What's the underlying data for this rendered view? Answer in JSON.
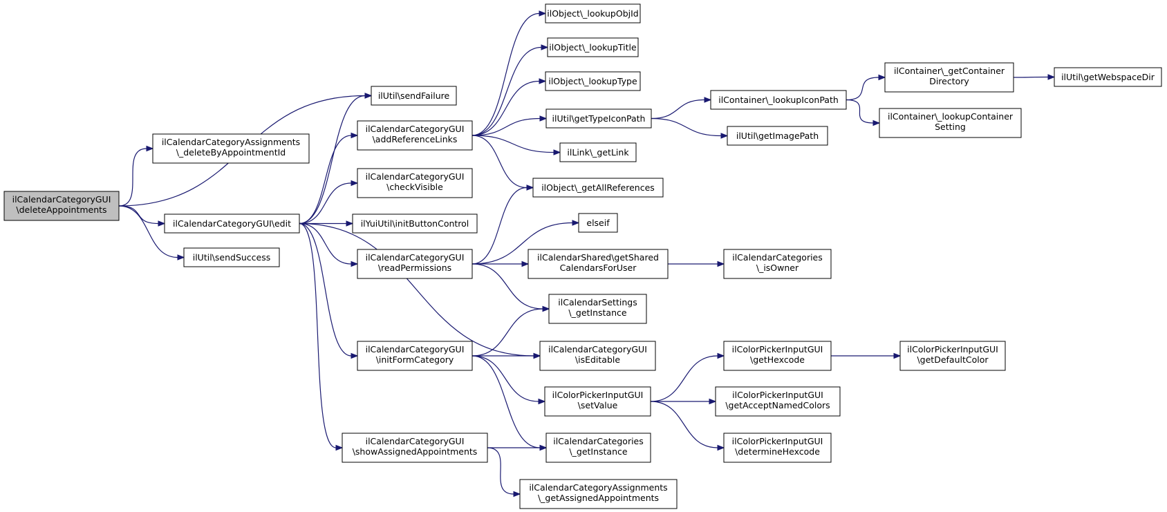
{
  "diagram": {
    "nodes": [
      {
        "id": "root",
        "lines": [
          "ilCalendarCategoryGUI",
          "\\deleteAppointments"
        ],
        "highlighted": true
      },
      {
        "id": "deleteByAppointmentId",
        "lines": [
          "ilCalendarCategoryAssignments",
          "\\_deleteByAppointmentId"
        ]
      },
      {
        "id": "sendFailure",
        "lines": [
          "ilUtil\\sendFailure"
        ]
      },
      {
        "id": "edit",
        "lines": [
          "ilCalendarCategoryGUI\\edit"
        ]
      },
      {
        "id": "sendSuccess",
        "lines": [
          "ilUtil\\sendSuccess"
        ]
      },
      {
        "id": "addReferenceLinks",
        "lines": [
          "ilCalendarCategoryGUI",
          "\\addReferenceLinks"
        ]
      },
      {
        "id": "checkVisible",
        "lines": [
          "ilCalendarCategoryGUI",
          "\\checkVisible"
        ]
      },
      {
        "id": "initButtonControl",
        "lines": [
          "ilYuiUtil\\initButtonControl"
        ]
      },
      {
        "id": "readPermissions",
        "lines": [
          "ilCalendarCategoryGUI",
          "\\readPermissions"
        ]
      },
      {
        "id": "initFormCategory",
        "lines": [
          "ilCalendarCategoryGUI",
          "\\initFormCategory"
        ]
      },
      {
        "id": "showAssignedAppointments",
        "lines": [
          "ilCalendarCategoryGUI",
          "\\showAssignedAppointments"
        ]
      },
      {
        "id": "lookupObjId",
        "lines": [
          "ilObject\\_lookupObjId"
        ]
      },
      {
        "id": "lookupTitle",
        "lines": [
          "ilObject\\_lookupTitle"
        ]
      },
      {
        "id": "lookupType",
        "lines": [
          "ilObject\\_lookupType"
        ]
      },
      {
        "id": "getTypeIconPath",
        "lines": [
          "ilUtil\\getTypeIconPath"
        ]
      },
      {
        "id": "getLink",
        "lines": [
          "ilLink\\_getLink"
        ]
      },
      {
        "id": "getAllReferences",
        "lines": [
          "ilObject\\_getAllReferences"
        ]
      },
      {
        "id": "elseif",
        "lines": [
          "elseif"
        ]
      },
      {
        "id": "getSharedCalendarsForUser",
        "lines": [
          "ilCalendarShared\\getShared",
          "CalendarsForUser"
        ]
      },
      {
        "id": "settingsGetInstance",
        "lines": [
          "ilCalendarSettings",
          "\\_getInstance"
        ]
      },
      {
        "id": "isEditable",
        "lines": [
          "ilCalendarCategoryGUI",
          "\\isEditable"
        ]
      },
      {
        "id": "setValue",
        "lines": [
          "ilColorPickerInputGUI",
          "\\setValue"
        ]
      },
      {
        "id": "categoriesGetInstance",
        "lines": [
          "ilCalendarCategories",
          "\\_getInstance"
        ]
      },
      {
        "id": "getAssignedAppointments",
        "lines": [
          "ilCalendarCategoryAssignments",
          "\\_getAssignedAppointments"
        ]
      },
      {
        "id": "lookupIconPath",
        "lines": [
          "ilContainer\\_lookupIconPath"
        ]
      },
      {
        "id": "getImagePath",
        "lines": [
          "ilUtil\\getImagePath"
        ]
      },
      {
        "id": "isOwner",
        "lines": [
          "ilCalendarCategories",
          "\\_isOwner"
        ]
      },
      {
        "id": "getHexcode",
        "lines": [
          "ilColorPickerInputGUI",
          "\\getHexcode"
        ]
      },
      {
        "id": "getAcceptNamedColors",
        "lines": [
          "ilColorPickerInputGUI",
          "\\getAcceptNamedColors"
        ]
      },
      {
        "id": "determineHexcode",
        "lines": [
          "ilColorPickerInputGUI",
          "\\determineHexcode"
        ]
      },
      {
        "id": "getContainerDirectory",
        "lines": [
          "ilContainer\\_getContainer",
          "Directory"
        ]
      },
      {
        "id": "lookupContainerSetting",
        "lines": [
          "ilContainer\\_lookupContainer",
          "Setting"
        ]
      },
      {
        "id": "getDefaultColor",
        "lines": [
          "ilColorPickerInputGUI",
          "\\getDefaultColor"
        ]
      },
      {
        "id": "getWebspaceDir",
        "lines": [
          "ilUtil\\getWebspaceDir"
        ]
      }
    ],
    "edges": [
      [
        "root",
        "deleteByAppointmentId"
      ],
      [
        "root",
        "sendFailure"
      ],
      [
        "root",
        "edit"
      ],
      [
        "root",
        "sendSuccess"
      ],
      [
        "edit",
        "sendFailure"
      ],
      [
        "edit",
        "addReferenceLinks"
      ],
      [
        "edit",
        "checkVisible"
      ],
      [
        "edit",
        "initButtonControl"
      ],
      [
        "edit",
        "readPermissions"
      ],
      [
        "edit",
        "isEditable"
      ],
      [
        "edit",
        "initFormCategory"
      ],
      [
        "edit",
        "showAssignedAppointments"
      ],
      [
        "addReferenceLinks",
        "lookupObjId"
      ],
      [
        "addReferenceLinks",
        "lookupTitle"
      ],
      [
        "addReferenceLinks",
        "lookupType"
      ],
      [
        "addReferenceLinks",
        "getTypeIconPath"
      ],
      [
        "addReferenceLinks",
        "getLink"
      ],
      [
        "addReferenceLinks",
        "getAllReferences"
      ],
      [
        "readPermissions",
        "getAllReferences"
      ],
      [
        "readPermissions",
        "elseif"
      ],
      [
        "readPermissions",
        "getSharedCalendarsForUser"
      ],
      [
        "readPermissions",
        "settingsGetInstance"
      ],
      [
        "initFormCategory",
        "settingsGetInstance"
      ],
      [
        "initFormCategory",
        "isEditable"
      ],
      [
        "initFormCategory",
        "setValue"
      ],
      [
        "initFormCategory",
        "categoriesGetInstance"
      ],
      [
        "showAssignedAppointments",
        "categoriesGetInstance"
      ],
      [
        "showAssignedAppointments",
        "getAssignedAppointments"
      ],
      [
        "getTypeIconPath",
        "lookupIconPath"
      ],
      [
        "getTypeIconPath",
        "getImagePath"
      ],
      [
        "lookupIconPath",
        "getContainerDirectory"
      ],
      [
        "lookupIconPath",
        "lookupContainerSetting"
      ],
      [
        "getContainerDirectory",
        "getWebspaceDir"
      ],
      [
        "getSharedCalendarsForUser",
        "isOwner"
      ],
      [
        "setValue",
        "getHexcode"
      ],
      [
        "setValue",
        "getAcceptNamedColors"
      ],
      [
        "setValue",
        "determineHexcode"
      ],
      [
        "getHexcode",
        "getDefaultColor"
      ]
    ]
  }
}
